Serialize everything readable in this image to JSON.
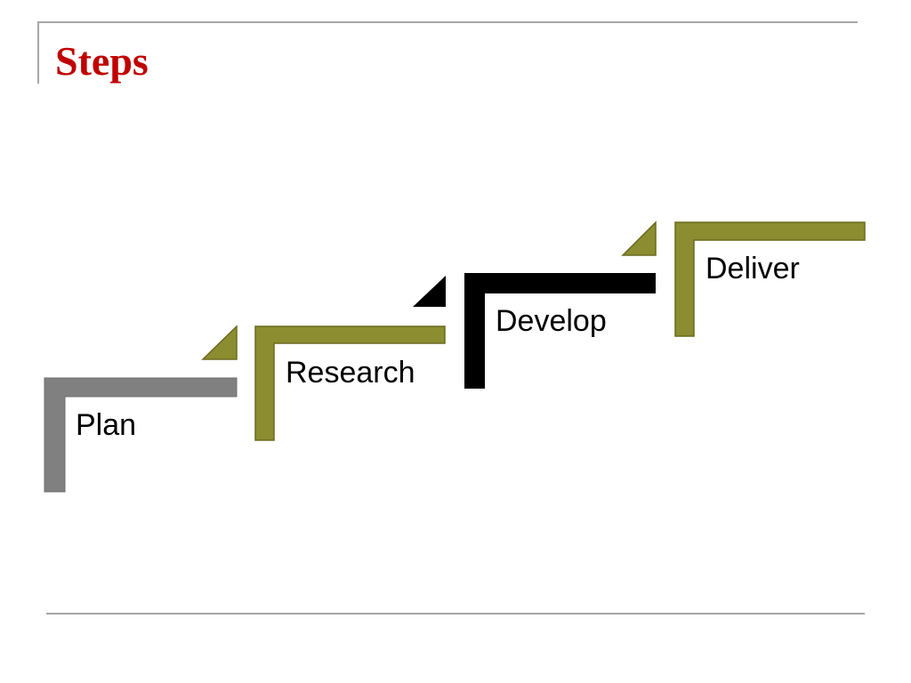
{
  "slide": {
    "title": "Steps"
  },
  "colors": {
    "title": "#c00000",
    "frame": "#a6a6a6",
    "olive_fill": "#8c8c30",
    "olive_stroke": "#6b6b1e",
    "gray_fill": "#808080",
    "black_fill": "#000000"
  },
  "steps": [
    {
      "label": "Plan",
      "color": "gray"
    },
    {
      "label": "Research",
      "color": "olive"
    },
    {
      "label": "Develop",
      "color": "black"
    },
    {
      "label": "Deliver",
      "color": "olive"
    }
  ]
}
